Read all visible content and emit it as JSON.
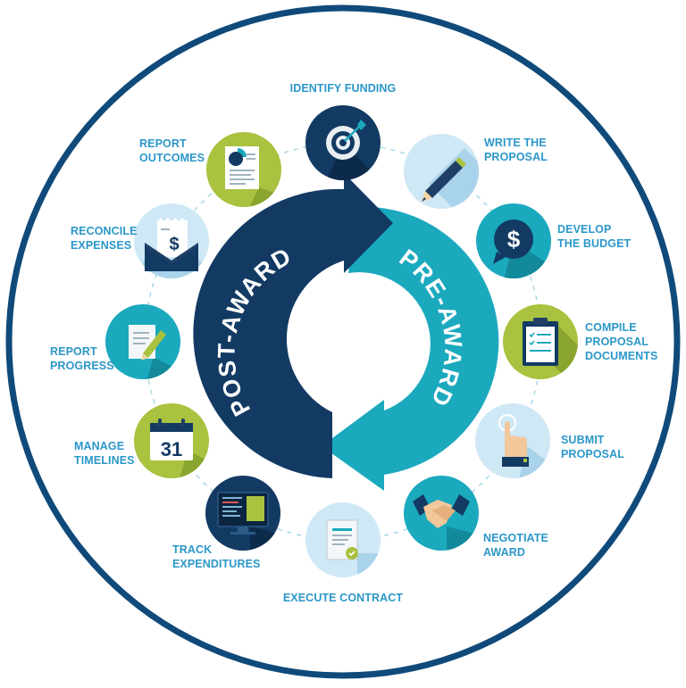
{
  "center": {
    "left_arrow_label": "POST-AWARD",
    "right_arrow_label": "PRE-AWARD"
  },
  "colors": {
    "dark_navy": "#123a63",
    "teal": "#1ba9be",
    "lime": "#a9c23f",
    "light_blue": "#cfe8f5",
    "label_blue": "#2b97c9",
    "outer_ring": "#0f4a7a"
  },
  "steps": [
    {
      "id": "identify-funding",
      "lines": [
        "IDENTIFY FUNDING"
      ],
      "icon": "target-icon"
    },
    {
      "id": "write-proposal",
      "lines": [
        "WRITE THE",
        "PROPOSAL"
      ],
      "icon": "pencil-icon"
    },
    {
      "id": "develop-budget",
      "lines": [
        "DEVELOP",
        "THE BUDGET"
      ],
      "icon": "dollar-bubble-icon"
    },
    {
      "id": "compile-documents",
      "lines": [
        "COMPILE",
        "PROPOSAL",
        "DOCUMENTS"
      ],
      "icon": "clipboard-icon"
    },
    {
      "id": "submit-proposal",
      "lines": [
        "SUBMIT",
        "PROPOSAL"
      ],
      "icon": "hand-pointer-icon"
    },
    {
      "id": "negotiate-award",
      "lines": [
        "NEGOTIATE",
        "AWARD"
      ],
      "icon": "handshake-icon"
    },
    {
      "id": "execute-contract",
      "lines": [
        "EXECUTE CONTRACT"
      ],
      "icon": "certificate-icon"
    },
    {
      "id": "track-expenditures",
      "lines": [
        "TRACK",
        "EXPENDITURES"
      ],
      "icon": "monitor-icon"
    },
    {
      "id": "manage-timelines",
      "lines": [
        "MANAGE",
        "TIMELINES"
      ],
      "icon": "calendar-icon"
    },
    {
      "id": "report-progress",
      "lines": [
        "REPORT",
        "PROGRESS"
      ],
      "icon": "document-pencil-icon"
    },
    {
      "id": "reconcile-expenses",
      "lines": [
        "RECONCILE",
        "EXPENSES"
      ],
      "icon": "invoice-icon"
    },
    {
      "id": "report-outcomes",
      "lines": [
        "REPORT",
        "OUTCOMES"
      ],
      "icon": "report-chart-icon"
    }
  ],
  "calendar_day": "31"
}
